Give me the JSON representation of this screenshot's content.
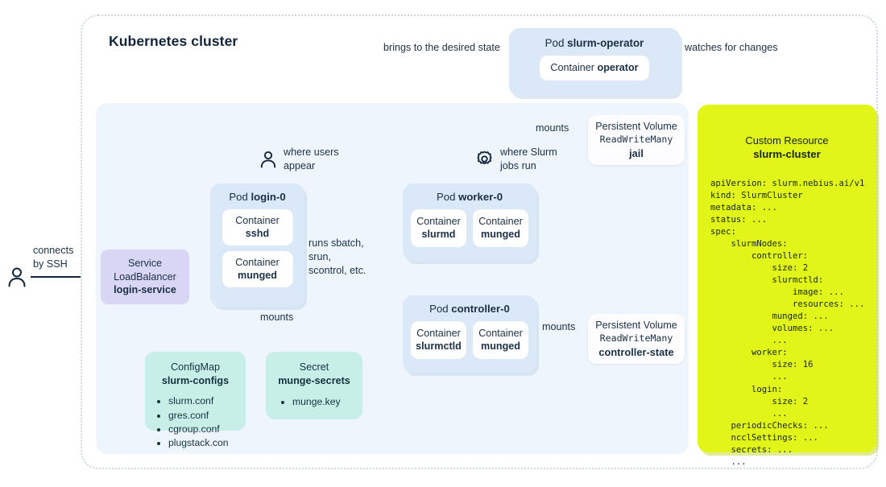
{
  "cluster": {
    "title": "Kubernetes cluster"
  },
  "operator": {
    "pod_prefix": "Pod ",
    "pod_name": "slurm-operator",
    "container_prefix": "Container ",
    "container_name": "operator"
  },
  "labels": {
    "brings_to_desired_state": "brings to the desired state",
    "watches_for_changes": "watches for changes",
    "connects_by_ssh": "connects\nby SSH",
    "mounts_jail": "mounts",
    "mounts_controller_state": "mounts",
    "mounts_configs": "mounts",
    "runs_commands": "runs sbatch,\nsrun,\nscontrol, etc.",
    "where_users_appear": "where users\nappear",
    "where_slurm_jobs_run": "where Slurm\njobs run"
  },
  "service": {
    "kind": "Service",
    "type": "LoadBalancer",
    "name": "login-service"
  },
  "pods": {
    "login": {
      "prefix": "Pod ",
      "name": "login-0",
      "containers": [
        {
          "prefix": "Container",
          "name": "sshd"
        },
        {
          "prefix": "Container",
          "name": "munged"
        }
      ]
    },
    "worker": {
      "prefix": "Pod ",
      "name": "worker-0",
      "containers": [
        {
          "prefix": "Container",
          "name": "slurmd"
        },
        {
          "prefix": "Container",
          "name": "munged"
        }
      ]
    },
    "controller": {
      "prefix": "Pod ",
      "name": "controller-0",
      "containers": [
        {
          "prefix": "Container",
          "name": "slurmctld"
        },
        {
          "prefix": "Container",
          "name": "munged"
        }
      ]
    }
  },
  "volumes": {
    "jail": {
      "kind": "Persistent Volume",
      "access_mode": "ReadWriteMany",
      "name": "jail"
    },
    "controller_state": {
      "kind": "Persistent Volume",
      "access_mode": "ReadWriteMany",
      "name": "controller-state"
    }
  },
  "configmap": {
    "kind": "ConfigMap",
    "name": "slurm-configs",
    "items": [
      "slurm.conf",
      "gres.conf",
      "cgroup.conf",
      "plugstack.con"
    ]
  },
  "secret": {
    "kind": "Secret",
    "name": "munge-secrets",
    "items": [
      "munge.key"
    ]
  },
  "custom_resource": {
    "kind": "Custom Resource",
    "name": "slurm-cluster",
    "yaml": "apiVersion: slurm.nebius.ai/v1\nkind: SlurmCluster\nmetadata: ...\nstatus: ...\nspec:\n    slurmNodes:\n        controller:\n            size: 2\n            slurmctld:\n                image: ...\n                resources: ...\n            munged: ...\n            volumes: ...\n            ...\n        worker:\n            size: 16\n            ...\n        login:\n            size: 2\n            ...\n    periodicChecks: ...\n    ncclSettings: ...\n    secrets: ...\n    ..."
  },
  "icons": {
    "user": "user-icon",
    "gear": "gear-icon",
    "person": "person-icon"
  },
  "colors": {
    "panel_bg": "#eff5fd",
    "pod_bg": "#dbe8f8",
    "service_bg": "#d9d5f5",
    "teal_bg": "#c8eee8",
    "custom_resource_bg": "#e2f518",
    "text": "#11243b",
    "boundary": "#ccd8e6"
  }
}
